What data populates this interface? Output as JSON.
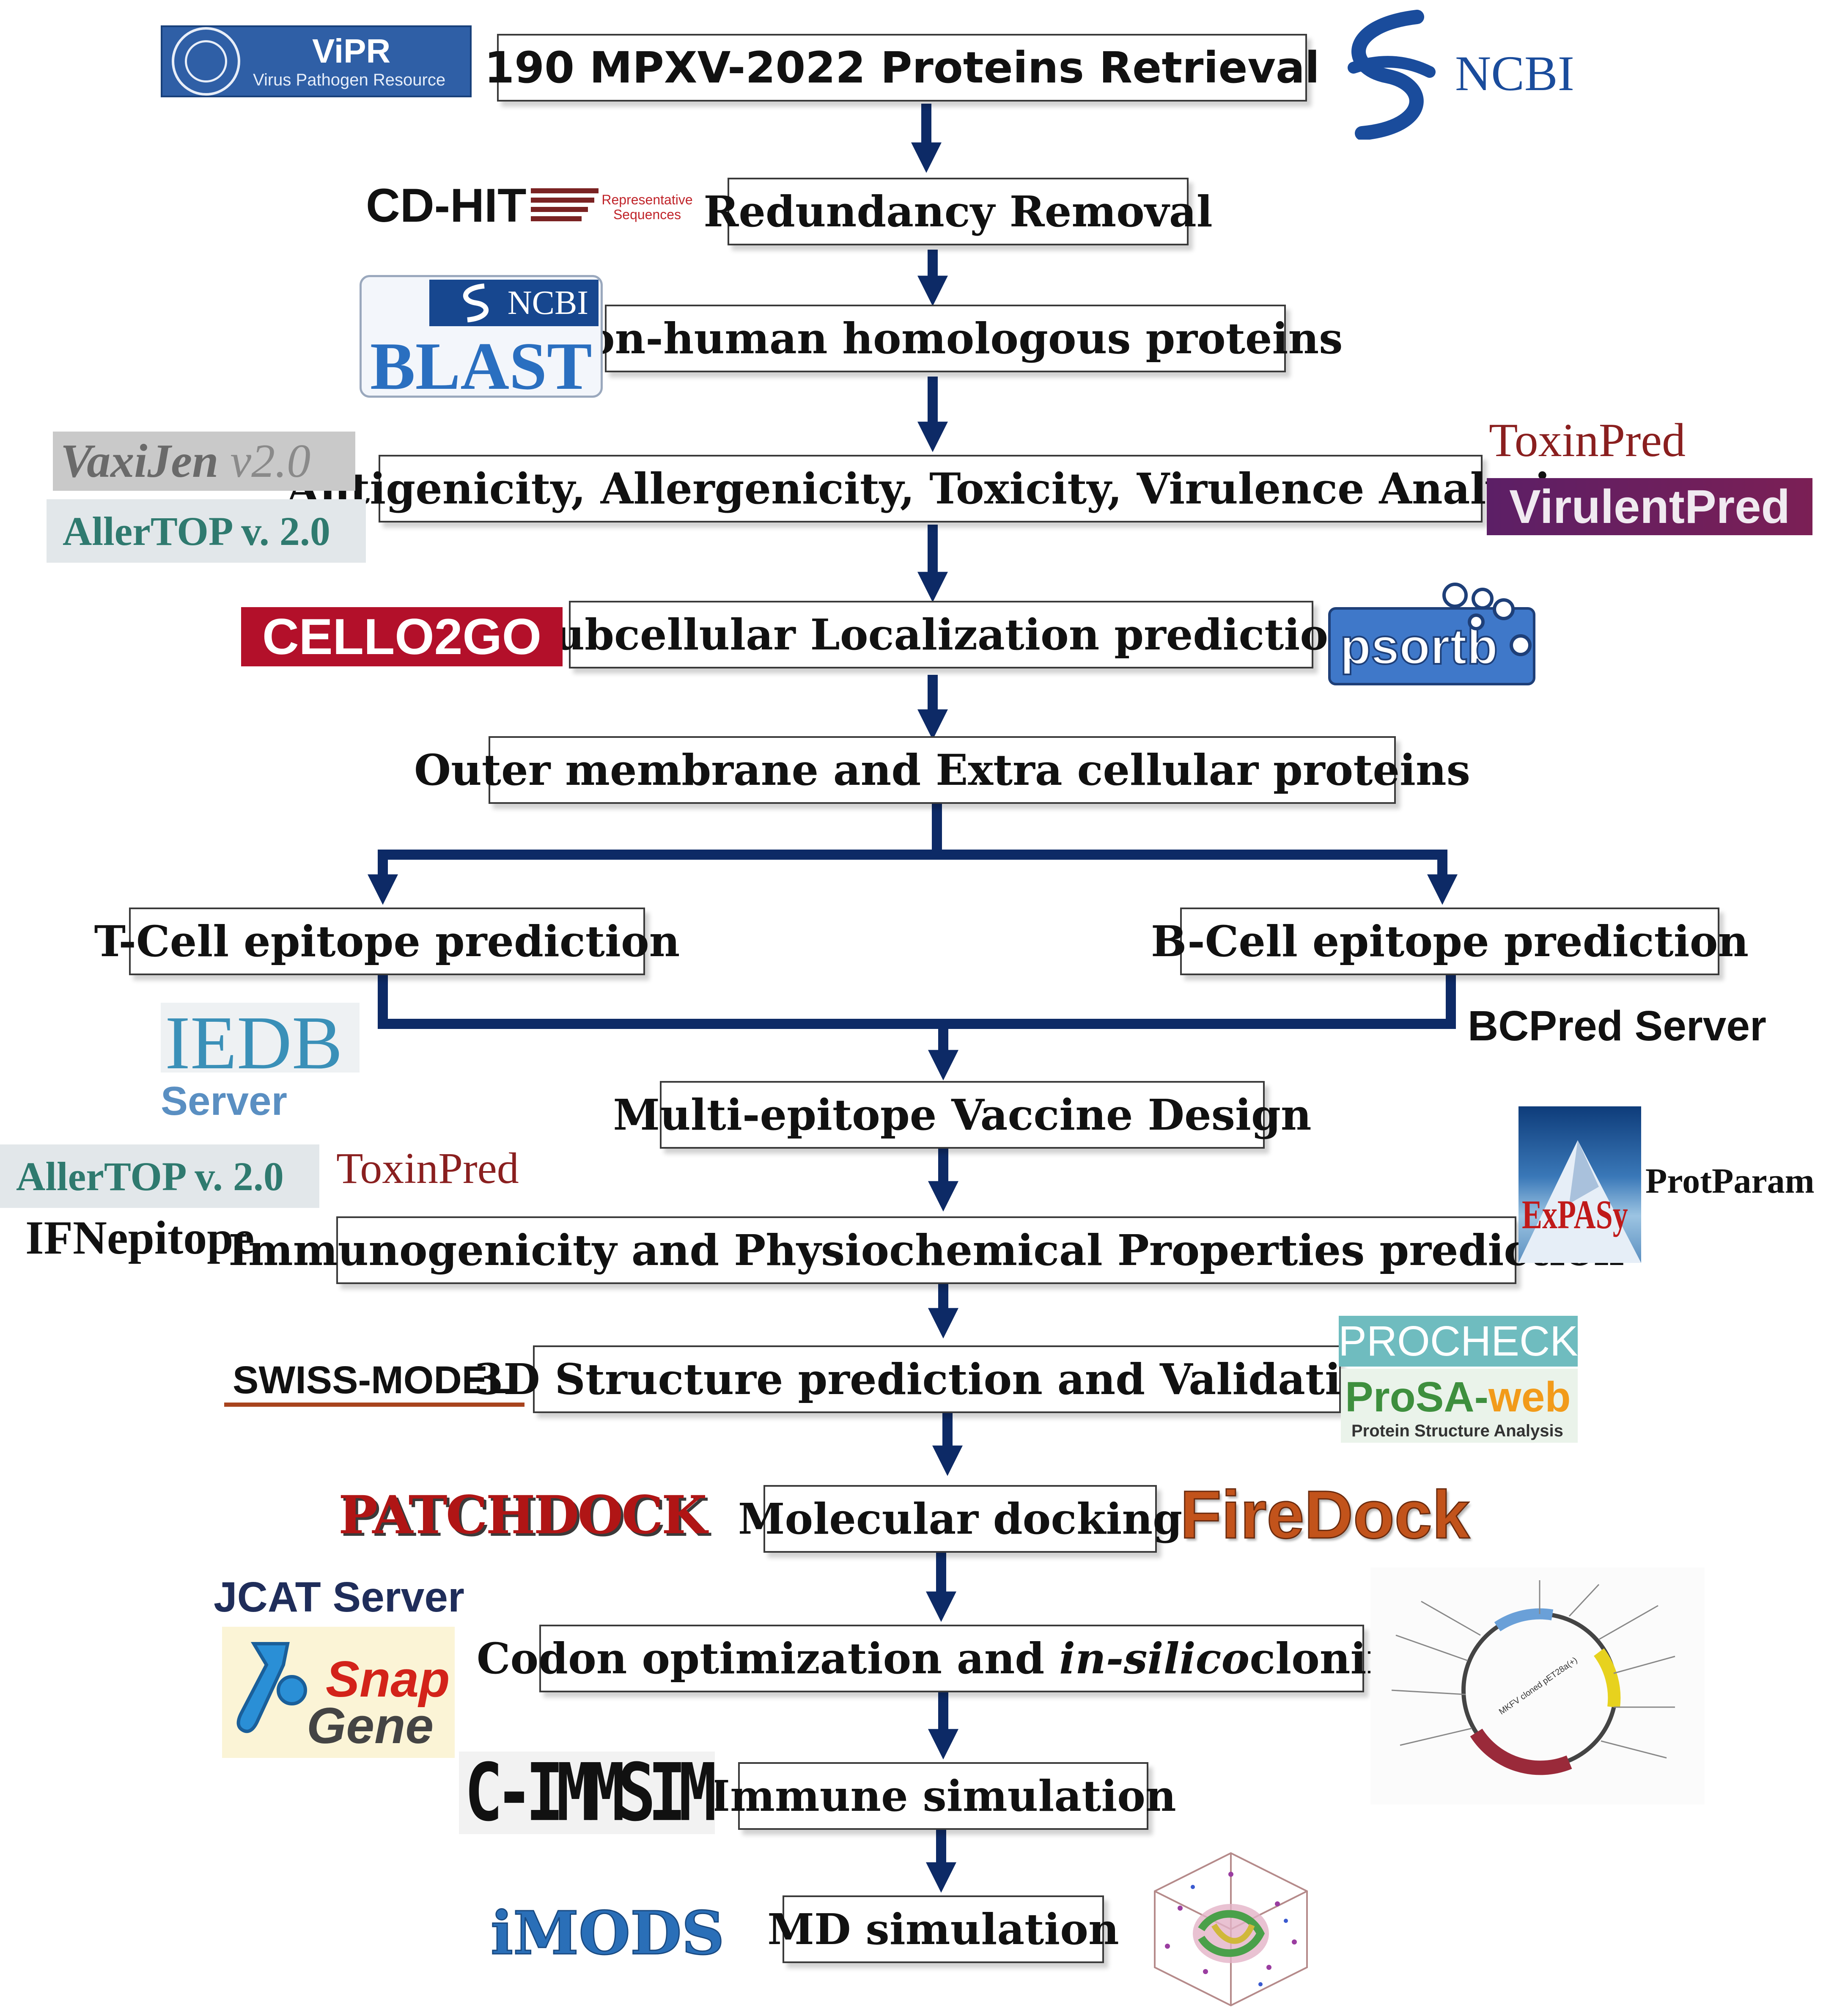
{
  "colors": {
    "arrow": "#0d2a66",
    "box_border": "#3a3a3a",
    "vipr_blue": "#2f5fa6",
    "cello_red": "#b3102a",
    "toxinpred_red": "#8a1f1f",
    "virulentpred_bg": "#6b1d5b",
    "psortb_blue": "#3f78c9",
    "iedb_teal": "#3a90b8",
    "procheck_teal": "#6fbcbf",
    "prosa_green": "#3e8f3e",
    "patchdock_red": "#b01515",
    "firedock_orange": "#c2531b",
    "jcat_navy": "#1f2d5a",
    "imods_blue": "#2a6fb8"
  },
  "steps": {
    "s1": "190 MPXV-2022 Proteins Retrieval",
    "s2": "Redundancy Removal",
    "s3": "Non-human homologous proteins",
    "s4": "Antigenicity, Allergenicity, Toxicity, Virulence Analysis",
    "s5": "Subcellular Localization prediction",
    "s6": "Outer membrane and Extra cellular proteins",
    "s7": "T-Cell epitope prediction",
    "s8": "B-Cell epitope prediction",
    "s9": "Multi-epitope Vaccine Design",
    "s10": "Immunogenicity and Physiochemical Properties prediction",
    "s11": "3D Structure prediction and Validation",
    "s12": "Molecular docking",
    "s13_pre": "Codon optimization and ",
    "s13_em": "in-silico",
    "s13_post": " cloning",
    "s14": "Immune simulation",
    "s15": "MD simulation"
  },
  "tools": {
    "vipr_title": "ViPR",
    "vipr_sub": "Virus Pathogen Resource",
    "ncbi": "NCBI",
    "cdhit": "CD-HIT",
    "cdhit_tag": "Representative Sequences",
    "blast_ncbi": "NCBI",
    "blast": "BLAST",
    "vaxijen": "VaxiJen",
    "vaxijen_ver": "v2.0",
    "allertop": "AllerTOP v. 2.0",
    "toxinpred": "ToxinPred",
    "virulentpred": "VirulentPred",
    "cello2go": "CELLO2GO",
    "psortb": "psortb",
    "iedb": "IEDB",
    "iedb_server": "Server",
    "bcpred": "BCPred Server",
    "allertop2": "AllerTOP v. 2.0",
    "toxinpred2": "ToxinPred",
    "ifnepitope": "IFNepitope",
    "expasy": "ExPASy",
    "protparam": "ProtParam",
    "swissmodel": "SWISS-MODEL",
    "procheck": "PROCHECK",
    "prosa_1": "ProSA-",
    "prosa_2": "web",
    "prosa_sub": "Protein Structure Analysis",
    "patchdock": "PATCHDOCK",
    "firedock": "FireDock",
    "jcat": "JCAT Server",
    "snap": "Snap",
    "gene": "Gene",
    "cimmsim": "C-IMMSIM",
    "imods": "iMODS",
    "plasmid_label": "MKFV cloned pET28a(+)"
  }
}
